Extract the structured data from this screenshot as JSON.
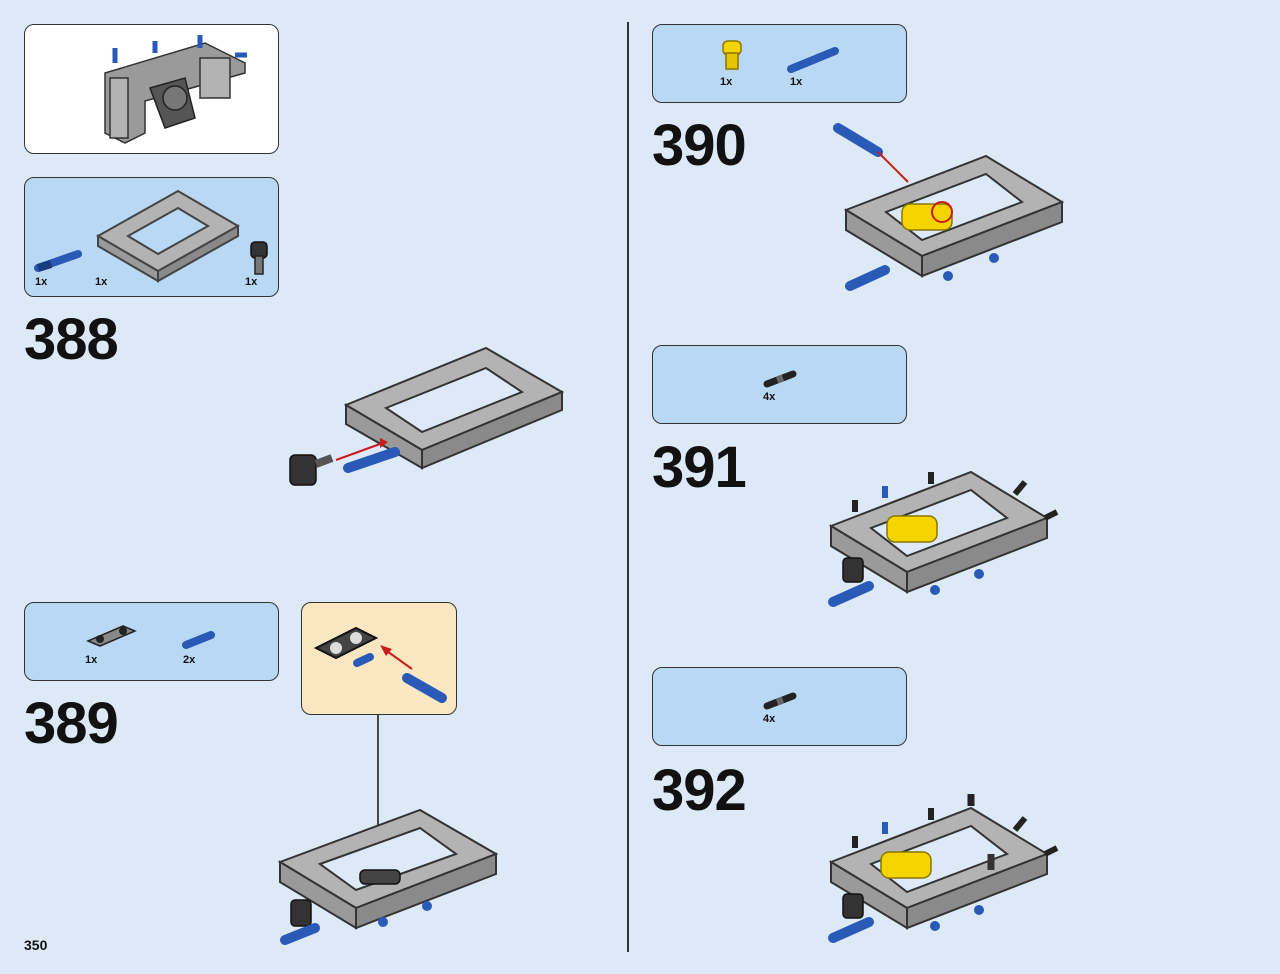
{
  "page_number": "350",
  "colors": {
    "background": "#dde9f7",
    "parts_box": "#b9d8f4",
    "submodel_box": "#fbe8c3",
    "frame_gray": "#b3b3b3",
    "pin_blue": "#2a5ab8",
    "part_yellow": "#f5d400",
    "pointer_red": "#cc1b1b"
  },
  "steps": [
    {
      "number": "388",
      "parts": [
        {
          "icon": "blue-axle-pin-icon",
          "qty": "1x"
        },
        {
          "icon": "gray-frame-icon",
          "qty": "1x"
        },
        {
          "icon": "black-pin-connector-icon",
          "qty": "1x"
        }
      ]
    },
    {
      "number": "389",
      "parts": [
        {
          "icon": "double-beam-icon",
          "qty": "1x"
        },
        {
          "icon": "blue-pin-icon",
          "qty": "2x"
        }
      ]
    },
    {
      "number": "390",
      "parts": [
        {
          "icon": "yellow-connector-icon",
          "qty": "1x"
        },
        {
          "icon": "blue-axle-pin-icon",
          "qty": "1x"
        }
      ]
    },
    {
      "number": "391",
      "parts": [
        {
          "icon": "black-pin-icon",
          "qty": "4x"
        }
      ]
    },
    {
      "number": "392",
      "parts": [
        {
          "icon": "black-pin-icon",
          "qty": "4x"
        }
      ]
    }
  ]
}
